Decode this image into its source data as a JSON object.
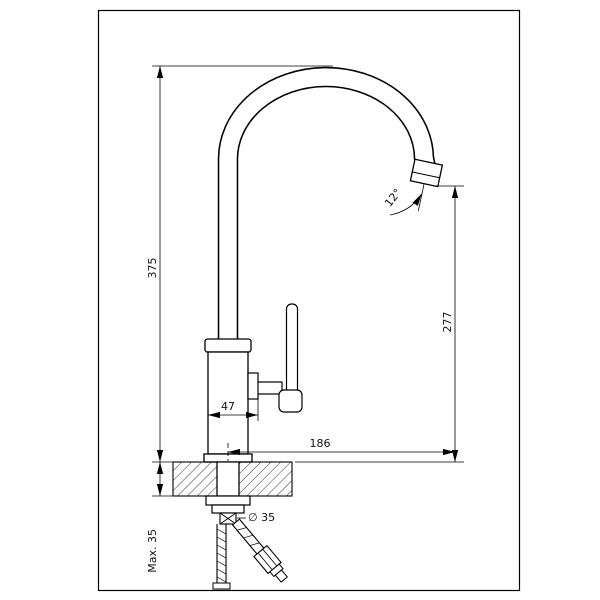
{
  "drawing": {
    "subject": "kitchen-faucet-dimension-drawing",
    "labels": {
      "overall_height": "375",
      "outlet_height": "277",
      "reach": "186",
      "base_width": "47",
      "outlet_angle": "12°",
      "hole_diameter": "∅ 35",
      "max_mount_thickness": "Max. 35"
    }
  }
}
